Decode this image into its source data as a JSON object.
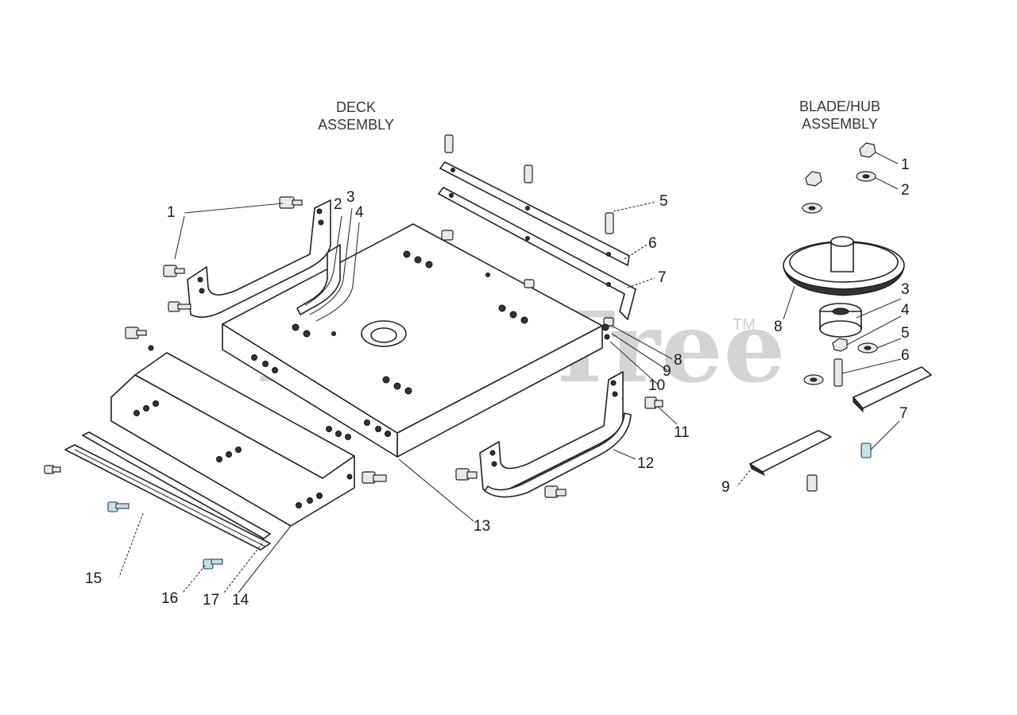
{
  "diagram": {
    "deck_title": "DECK\nASSEMBLY",
    "hub_title": "BLADE/HUB\nASSEMBLY",
    "watermark": "PartsTree",
    "trademark": "TM",
    "deck_callouts": [
      "1",
      "2",
      "3",
      "4",
      "5",
      "6",
      "7",
      "8",
      "9",
      "10",
      "11",
      "12",
      "13",
      "14",
      "15",
      "16",
      "17"
    ],
    "hub_callouts": [
      "1",
      "2",
      "3",
      "4",
      "5",
      "6",
      "7",
      "8",
      "9"
    ],
    "highlight_color": "#bfe3ea"
  }
}
